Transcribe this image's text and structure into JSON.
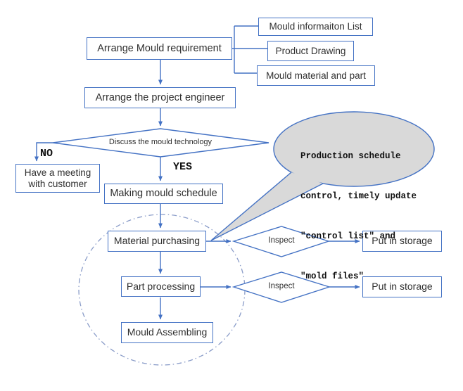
{
  "nodes": {
    "arrange_mould_requirement": "Arrange Mould requirement",
    "mould_information_list": "Mould informaiton List",
    "product_drawing": "Product Drawing",
    "mould_material_and_part": "Mould material and part",
    "arrange_project_engineer": "Arrange the project engineer",
    "discuss_mould_technology": "Discuss the mould technology",
    "have_meeting_with_customer": "Have a meeting with customer",
    "making_mould_schedule": "Making mould schedule",
    "material_purchasing": "Material purchasing",
    "part_processing": "Part processing",
    "mould_assembling": "Mould Assembling",
    "inspect_1": "Inspect",
    "inspect_2": "Inspect",
    "put_in_storage_1": "Put in storage",
    "put_in_storage_2": "Put in storage"
  },
  "branch_labels": {
    "no": "NO",
    "yes": "YES"
  },
  "callout": {
    "lines": [
      "Production schedule",
      "control, timely update",
      "″control list″ and",
      "″mold files″"
    ]
  },
  "colors": {
    "connector_blue": "#4472C4",
    "callout_fill": "#D9D9D9",
    "dashed_circle_blue": "#8B9DC9",
    "text": "#2F2F2F"
  }
}
